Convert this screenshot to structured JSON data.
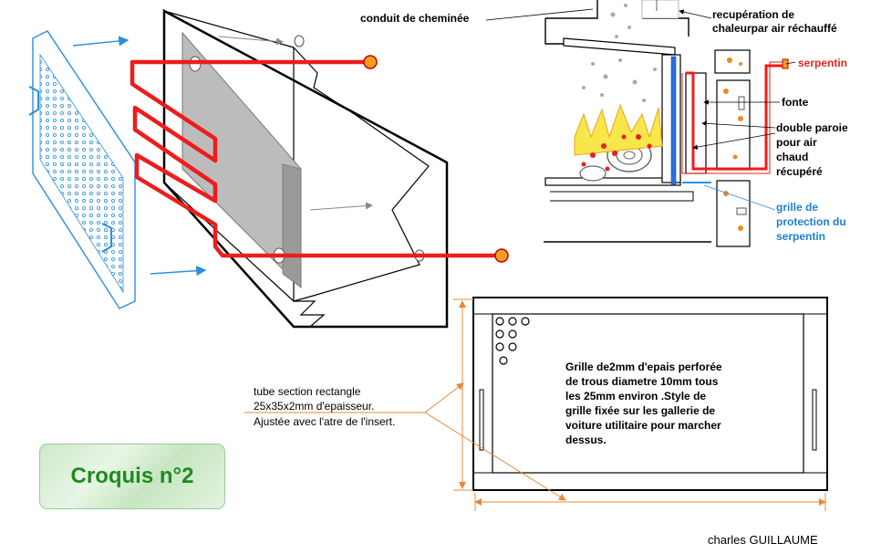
{
  "labels": {
    "conduit": "conduit de cheminée",
    "recuperation_line1": "recupération de",
    "recuperation_line2": "chaleurpar air réchauffé",
    "serpentin": "serpentin",
    "fonte": "fonte",
    "double_line1": "double paroie",
    "double_line2": "pour air",
    "double_line3": "chaud",
    "double_line4": "récupéré",
    "grille_line1": "grille de",
    "grille_line2": "protection du",
    "grille_line3": "serpentin"
  },
  "tube_note": {
    "line1": "tube section rectangle",
    "line2": "25x35x2mm d'epaisseur.",
    "line3": "Ajustée avec l'atre de l'insert."
  },
  "grille_note": {
    "line1": "Grille de2mm d'epais perforée",
    "line2": "de trous diametre 10mm tous",
    "line3": "les 25mm environ .Style de",
    "line4": "grille fixée sur les gallerie de",
    "line5": "voiture utilitaire pour marcher",
    "line6": "dessus."
  },
  "badge": "Croquis n°2",
  "author": "charles GUILLAUME",
  "colors": {
    "serpentin_red": "#ee1c1c",
    "grille_blue": "#2a8fe0",
    "badge_green": "#1f8a1f",
    "dimension_orange": "#e8883a"
  }
}
